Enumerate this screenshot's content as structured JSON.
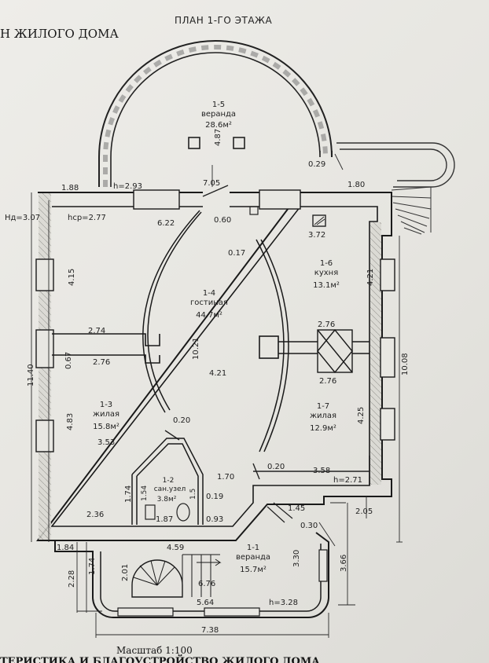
{
  "header": {
    "partial_title": "Н ЖИЛОГО ДОМА",
    "plan_title": "ПЛАН 1-ГО ЭТАЖА",
    "scale": "Масштаб 1:100",
    "bottom_cut_text": "ТЕРИСТИКА И БЛАГОУСТРОЙСТВО ЖИЛОГО ДОМА"
  },
  "rooms": [
    {
      "id": "1-5",
      "name": "веранда",
      "area": "28.6м²"
    },
    {
      "id": "1-6",
      "name": "кухня",
      "area": "13.1м²"
    },
    {
      "id": "1-4",
      "name": "гостиная",
      "area": "44.7м²"
    },
    {
      "id": "1-3",
      "name": "жилая",
      "area": "15.8м²"
    },
    {
      "id": "1-7",
      "name": "жилая",
      "area": "12.9м²"
    },
    {
      "id": "1-2",
      "name": "сан.узел",
      "area": "3.8м²"
    },
    {
      "id": "1-1",
      "name": "веранда",
      "area": "15.7м²"
    }
  ],
  "dimensions": [
    "4.87",
    "0.29",
    "1.88",
    "h=2.93",
    "7.05",
    "1.80",
    "Hд=3.07",
    "hср=2.77",
    "6.22",
    "0.60",
    "3.72",
    "0.17",
    "4.15",
    "4.21",
    "2.74",
    "2.76",
    "10.21",
    "0.67",
    "2.76",
    "11.40",
    "4.21",
    "10.08",
    "2.76",
    "0.20",
    "4.83",
    "3.53",
    "4.25",
    "0.20",
    "3.58",
    "1.70",
    "h=2.71",
    "1.74",
    "1.54",
    "1.5",
    "0.19",
    "2.36",
    "1.87",
    "0.93",
    "1.45",
    "2.05",
    "0.30",
    "1.84",
    "4.59",
    "2.28",
    "1.74",
    "2.01",
    "3.30",
    "3.66",
    "6.76",
    "5.64",
    "h=3.28",
    "7.38"
  ]
}
